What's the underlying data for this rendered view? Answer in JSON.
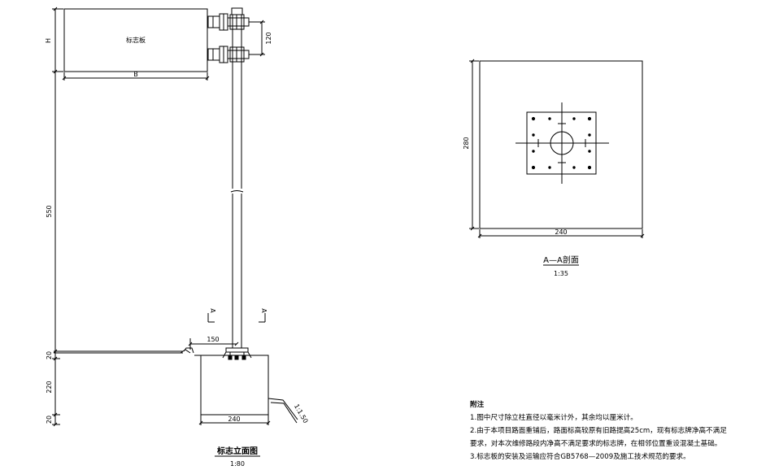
{
  "elevation": {
    "board_label": "标志板",
    "dim_h": "H",
    "dim_b": "B",
    "dim_120": "120",
    "dim_550": "550",
    "dim_150": "150",
    "dim_20_top": "20",
    "dim_220": "220",
    "dim_20_bottom": "20",
    "dim_240": "240",
    "slope": "1:1.50",
    "section_mark_left": "A",
    "section_mark_right": "A",
    "title": "标志立面图",
    "scale": "1:80"
  },
  "section": {
    "dim_280": "280",
    "dim_240": "240",
    "title": "A—A剖面",
    "scale": "1:35"
  },
  "notes": {
    "title": "附注",
    "lines": [
      "1.图中尺寸除立柱直径以毫米计外，其余均以厘米计。",
      "2.由于本项目路面重铺后，路面标高较原有旧路提高25cm，现有标志牌净高不满足",
      "要求，对本次维修路段内净高不满足要求的标志牌，在相邻位置重设混凝土基础。",
      "3.标志板的安装及运输应符合GB5768—2009及施工技术规范的要求。"
    ]
  }
}
